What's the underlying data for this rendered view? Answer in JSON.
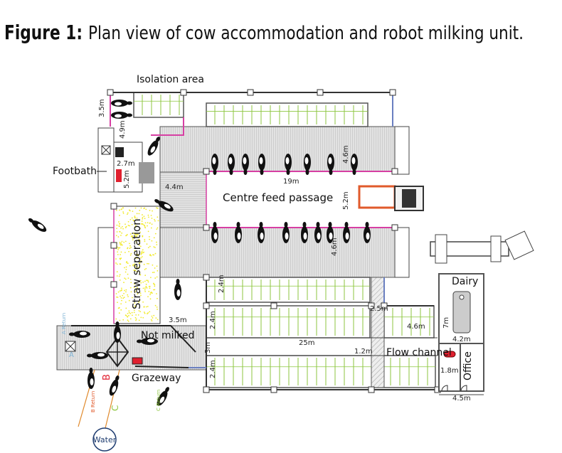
{
  "figure": {
    "number": "Figure 1:",
    "caption": "Plan view of cow accommodation and robot milking unit."
  },
  "areas": {
    "isolation": "Isolation area",
    "footbath": "Footbath",
    "centre_feed": "Centre feed passage",
    "straw": "Straw seperation",
    "not_milked": "Not milked",
    "grazeway": "Grazeway",
    "flow_channel": "Flow channel",
    "dairy": "Dairy",
    "office": "Office",
    "water": "Water"
  },
  "gates": {
    "a_return": "A Return",
    "a": "A",
    "b": "B",
    "b_return": "B Return",
    "c": "C",
    "c_return": "C Return"
  },
  "dimensions": {
    "d_3_5_top": "3.5m",
    "d_4_9": "4.9m",
    "d_2_7": "2.7m",
    "d_5_2_left": "5.2m",
    "d_4_4": "4.4m",
    "d_19": "19m",
    "d_4_6_top": "4.6m",
    "d_5_2_mid": "5.2m",
    "d_4_6_mid": "4.6m",
    "d_2_4_a": "2.4m",
    "d_2_4_b": "2.4m",
    "d_3": "3m",
    "d_2_4_c": "2.4m",
    "d_3_5_bottom": "3.5m",
    "d_25": "25m",
    "d_1_2": "1.2m",
    "d_2_5": "2.5m",
    "d_4_6_right": "4.6m",
    "d_7": "7m",
    "d_4_2": "4.2m",
    "d_1_8": "1.8m",
    "d_4_5": "4.5m"
  },
  "colors": {
    "pink": "#d63fa3",
    "green": "#8cc63f",
    "orange": "#e0892b",
    "blue": "#6a7fc0",
    "red": "#e0202f",
    "slat": "#d8d8d8",
    "straw": "#f2ea2a"
  }
}
